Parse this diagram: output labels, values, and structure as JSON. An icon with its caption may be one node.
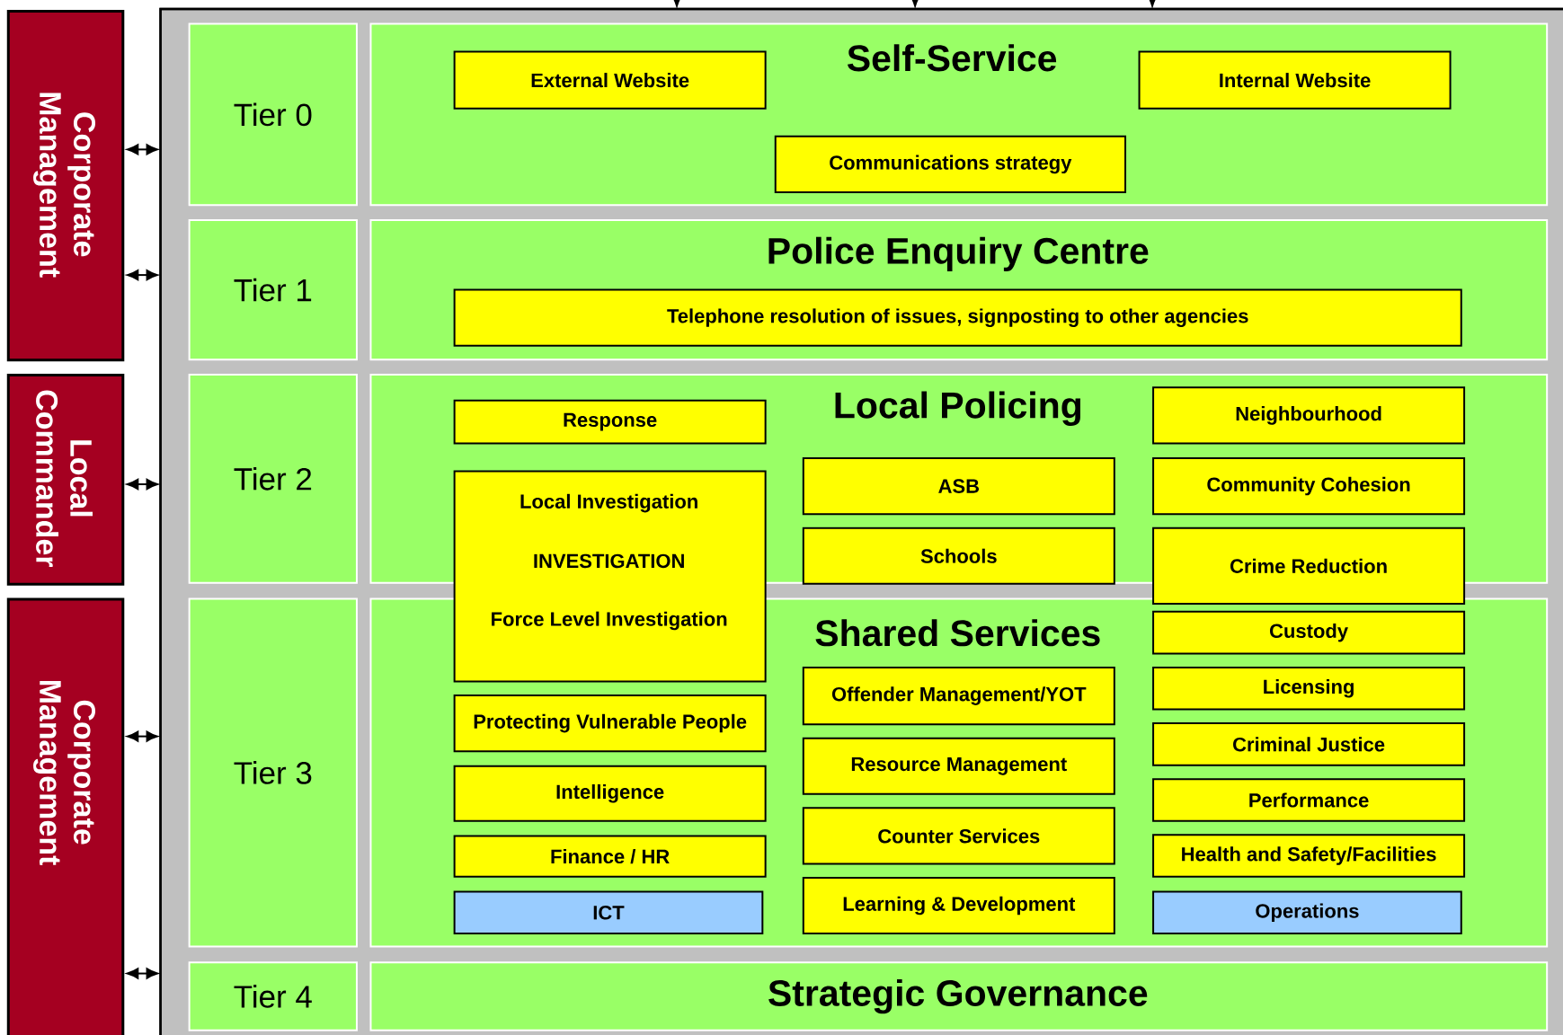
{
  "diagram": {
    "nodes": [
      {
        "text": [
          "Corporate Management"
        ]
      },
      {
        "text": [
          "Local Commander"
        ]
      },
      {
        "text": [
          "Corporate Management"
        ]
      },
      {
        "text": [],
        "shape": "box"
      },
      {
        "text": [
          "Tier 0"
        ],
        "in": 3
      },
      {
        "text": [
          "Self-Service"
        ],
        "in": 3
      },
      {
        "text": [
          "External Website"
        ],
        "in": 5
      },
      {
        "text": [
          "Internal Website"
        ],
        "in": 5
      },
      {
        "text": [
          "Communications strategy"
        ],
        "in": 5
      },
      {
        "text": [
          "Tier 1"
        ],
        "in": 3
      },
      {
        "text": [
          "Police Enquiry Centre"
        ],
        "in": 3
      },
      {
        "text": [
          "Telephone resolution of issues, signposting to other agencies"
        ],
        "in": 10
      },
      {
        "text": [
          "Tier 2"
        ],
        "in": 3
      },
      {
        "text": [
          "Local Policing"
        ],
        "in": 3
      },
      {
        "text": [
          "Response"
        ],
        "in": 13
      },
      {
        "text": [
          "Neighbourhood"
        ],
        "in": 13
      },
      {
        "text": [
          "Local Investigation",
          "INVESTIGATION",
          "Force Level Investigation"
        ],
        "in": 3
      },
      {
        "text": [
          "ASB"
        ],
        "in": 13
      },
      {
        "text": [
          "Community Cohesion"
        ],
        "in": 13
      },
      {
        "text": [
          "Schools"
        ],
        "in": 13
      },
      {
        "text": [
          "Crime Reduction"
        ],
        "in": 3
      },
      {
        "text": [
          "Tier 3"
        ],
        "in": 3
      },
      {
        "text": [
          "Shared Services"
        ],
        "in": 3
      },
      {
        "text": [
          "Custody"
        ],
        "in": 22
      },
      {
        "text": [
          "Offender Management/YOT"
        ],
        "in": 22
      },
      {
        "text": [
          "Licensing"
        ],
        "in": 22
      },
      {
        "text": [
          "Protecting Vulnerable People"
        ],
        "in": 22
      },
      {
        "text": [
          "Resource Management"
        ],
        "in": 22
      },
      {
        "text": [
          "Criminal Justice"
        ],
        "in": 22
      },
      {
        "text": [
          "Intelligence"
        ],
        "in": 22
      },
      {
        "text": [
          "Performance"
        ],
        "in": 22
      },
      {
        "text": [
          "Counter Services"
        ],
        "in": 22
      },
      {
        "text": [
          "Finance / HR"
        ],
        "in": 22
      },
      {
        "text": [
          "Health and Safety/Facilities"
        ],
        "in": 22
      },
      {
        "text": [
          "Learning & Development"
        ],
        "in": 22
      },
      {
        "text": [
          "ICT"
        ],
        "in": 22
      },
      {
        "text": [
          "Operations"
        ],
        "in": 22
      },
      {
        "text": [
          "Tier 4"
        ],
        "in": 3
      },
      {
        "text": [
          "Strategic Governance"
        ],
        "in": 3
      }
    ],
    "edges": [
      {
        "from": 0,
        "to": 3,
        "arrow": "both"
      },
      {
        "from": 0,
        "to": 3,
        "arrow": "both"
      },
      {
        "from": 1,
        "to": 3,
        "arrow": "both"
      },
      {
        "from": 2,
        "to": 3,
        "arrow": "both"
      },
      {
        "from": 2,
        "to": 3,
        "arrow": "both"
      },
      {
        "from": null,
        "to": 3,
        "arrow": "to"
      },
      {
        "from": null,
        "to": 3,
        "arrow": "to"
      },
      {
        "from": null,
        "to": 3,
        "arrow": "to"
      }
    ]
  }
}
